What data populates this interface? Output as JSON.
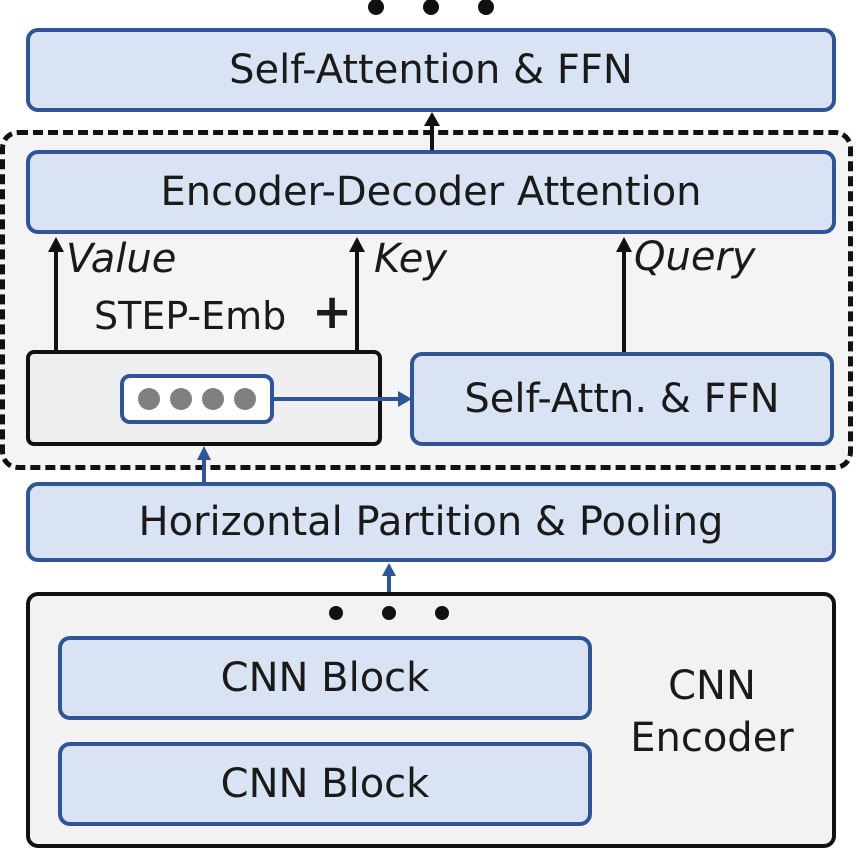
{
  "boxes": {
    "self_attention_ffn": "Self-Attention & FFN",
    "encoder_decoder_attention": "Encoder-Decoder Attention",
    "self_attn_ffn_small": "Self-Attn. & FFN",
    "horizontal_partition": "Horizontal Partition & Pooling",
    "cnn_block_1": "CNN Block",
    "cnn_block_2": "CNN Block"
  },
  "labels": {
    "value": "Value",
    "key": "Key",
    "query": "Query",
    "step_emb": "STEP-Emb",
    "plus": "+",
    "cnn_encoder_line1": "CNN",
    "cnn_encoder_line2": "Encoder"
  },
  "colors": {
    "box_fill": "#dae3f3",
    "box_border": "#2f5597",
    "container_fill": "#f2f2f2",
    "dot": "#808080"
  }
}
